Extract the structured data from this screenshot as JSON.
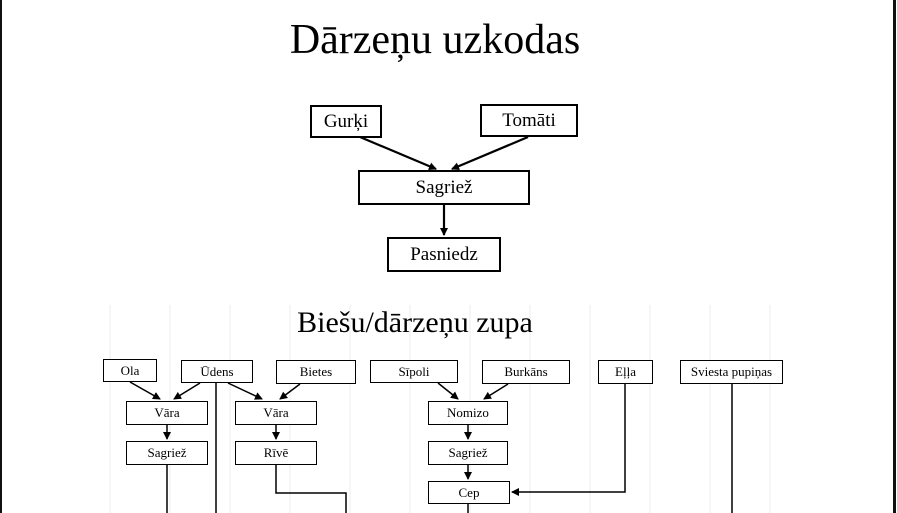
{
  "diagram1": {
    "title": "Dārzeņu uzkodas",
    "nodes": {
      "gurki": "Gurķi",
      "tomati": "Tomāti",
      "sagriez": "Sagriež",
      "pasniedz": "Pasniedz"
    }
  },
  "diagram2": {
    "title": "Biešu/dārzeņu zupa",
    "nodes": {
      "ola": "Ola",
      "udens": "Ūdens",
      "bietes": "Bietes",
      "sipoli": "Sīpoli",
      "burkans": "Burkāns",
      "ella": "Eļļa",
      "sviesta_pupinas": "Sviesta pupiņas",
      "vara1": "Vāra",
      "vara2": "Vāra",
      "nomizo": "Nomizo",
      "sagriez1": "Sagriež",
      "rive": "Rīvē",
      "sagriez2": "Sagriež",
      "cep": "Cep"
    }
  }
}
